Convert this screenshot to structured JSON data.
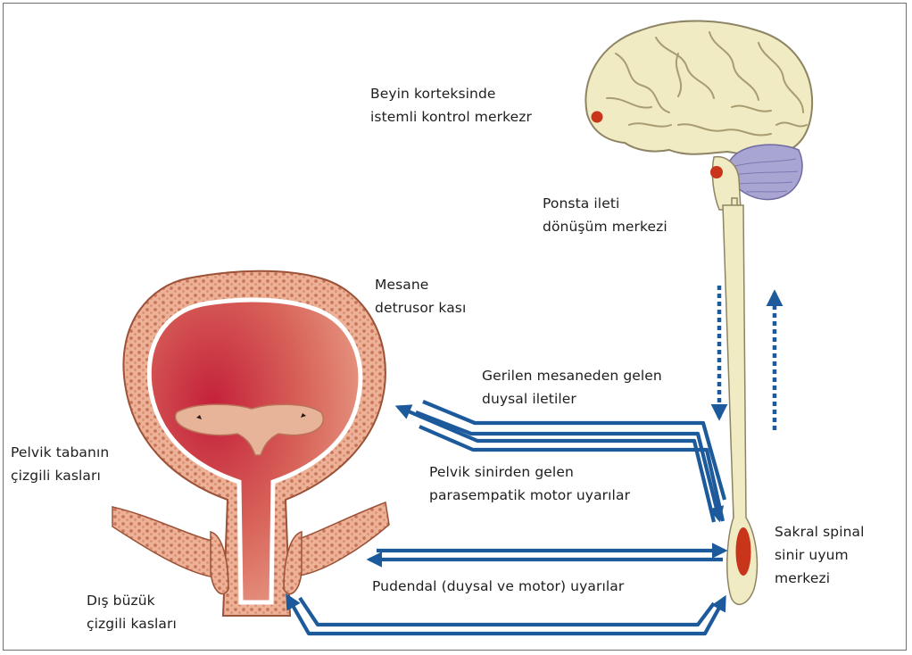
{
  "labels": {
    "cortex": [
      "Beyin korteksinde",
      "istemli kontrol merkezr"
    ],
    "pons": [
      "Ponsta ileti",
      "dönüşüm merkezi"
    ],
    "bladder": [
      "Mesane",
      "detrusor kası"
    ],
    "sensory": [
      "Gerilen mesaneden gelen",
      "duysal iletiler"
    ],
    "pelvic_nerve": [
      "Pelvik sinirden gelen",
      "parasempatik motor uyarılar"
    ],
    "pelvic_floor": [
      "Pelvik tabanın",
      "çizgili kasları"
    ],
    "sacral": [
      "Sakral spinal",
      "sinir uyum",
      "merkezi"
    ],
    "pudendal": [
      "Pudendal (duysal ve motor) uyarılar"
    ],
    "external_sphincter": [
      "Dış büzük",
      "çizgili kasları"
    ]
  },
  "colors": {
    "arrow": "#1c5a9c",
    "brain": "#f1ebc4",
    "cerebellum": "#a9a5d3",
    "center_dot": "#c8351a",
    "bladder_wall": "#e8a07c",
    "bladder_lumen": "#c0443f",
    "muscle": "#e7a88a"
  }
}
